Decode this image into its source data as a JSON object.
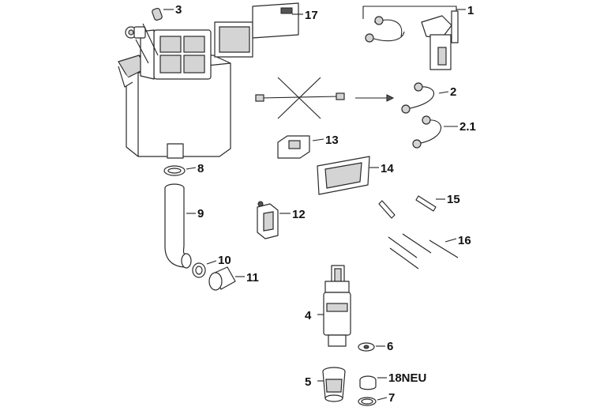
{
  "labels": {
    "p1": "1",
    "p2": "2",
    "p2_1": "2.1",
    "p3": "3",
    "p4": "4",
    "p5": "5",
    "p6": "6",
    "p7": "7",
    "p8": "8",
    "p9": "9",
    "p10": "10",
    "p11": "11",
    "p12": "12",
    "p13": "13",
    "p14": "14",
    "p15": "15",
    "p16": "16",
    "p17": "17",
    "p18": "18NEU"
  },
  "colors": {
    "line": "#2a2a2a",
    "fill": "#ffffff",
    "shade": "#d4d4d4"
  }
}
